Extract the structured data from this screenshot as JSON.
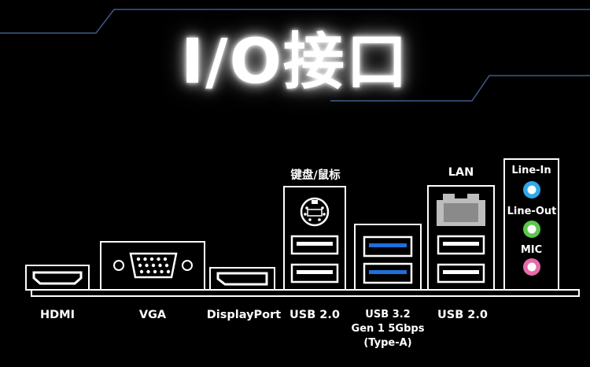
{
  "title": "I/O接口",
  "ports": {
    "hdmi": "HDMI",
    "vga": "VGA",
    "displayport": "DisplayPort",
    "usb20_left": "USB 2.0",
    "usb32_line1": "USB 3.2",
    "usb32_line2": "Gen 1 5Gbps",
    "usb32_line3": "(Type-A)",
    "usb20_right": "USB 2.0"
  },
  "top_labels": {
    "ps2": "键盘/鼠标",
    "lan": "LAN"
  },
  "audio": {
    "line_in": "Line-In",
    "line_out": "Line-Out",
    "mic": "MIC"
  },
  "colors": {
    "background": "#000000",
    "accent_line": "#3d5a88",
    "usb3_blue": "#1e6fd9",
    "line_in_blue": "#2ea8e8",
    "line_out_green": "#5cc84a",
    "mic_pink": "#e86aa8"
  }
}
